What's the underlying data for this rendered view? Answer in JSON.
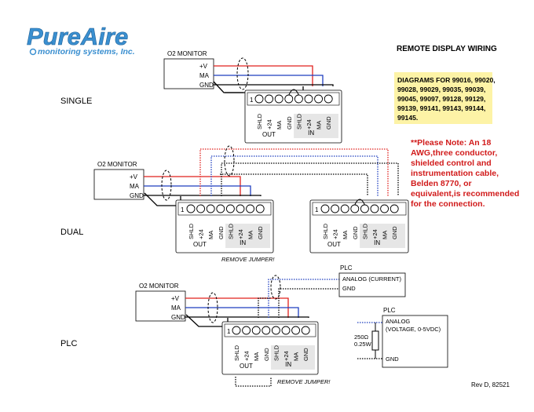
{
  "logo": {
    "brand": "PureAire",
    "subtitle": "monitoring systems, Inc."
  },
  "title": "REMOTE DISPLAY WIRING",
  "diagrams_box": {
    "lines": [
      "DIAGRAMS FOR 99016, 99020,",
      "99028, 99029, 99035, 99039,",
      "99045, 99097, 99128, 99129,",
      "99139, 99141, 99143, 99144,",
      "99145."
    ],
    "bg": "#fdf3a6"
  },
  "note": {
    "lines": [
      "**Please Note: An 18",
      "AWG,three conductor,",
      "shielded control and",
      "instrumentation cable,",
      "Belden 8770, or",
      "equivalent,is recommended",
      "for the connection."
    ],
    "color": "#d11a1a"
  },
  "monitor": {
    "title": "O2 MONITOR",
    "pins": [
      "+V",
      "MA",
      "GND"
    ]
  },
  "terminal": {
    "first": "1",
    "pins": [
      "SHLD",
      "+24",
      "MA",
      "GND",
      "SHLD",
      "+24",
      "MA",
      "GND"
    ],
    "out": "OUT",
    "in": "IN"
  },
  "sections": {
    "single": "SINGLE",
    "dual": "DUAL",
    "plc": "PLC"
  },
  "remove_jumper": "REMOVE JUMPER!",
  "plc_current": {
    "title": "PLC",
    "analog": "ANALOG (CURRENT)",
    "gnd": "GND"
  },
  "plc_voltage": {
    "title": "PLC",
    "analog_1": "ANALOG",
    "analog_2": "(VOLTAGE, 0-5VDC)",
    "gnd": "GND",
    "resistor_1": "250Ω",
    "resistor_2": "0.25W"
  },
  "revision": "Rev D, 82521",
  "colors": {
    "red": "#e0201c",
    "blue": "#1f3fbf",
    "black": "#000000",
    "logo_blue": "#3a8fd0",
    "terminal_in_bg": "#e6e6e6"
  }
}
